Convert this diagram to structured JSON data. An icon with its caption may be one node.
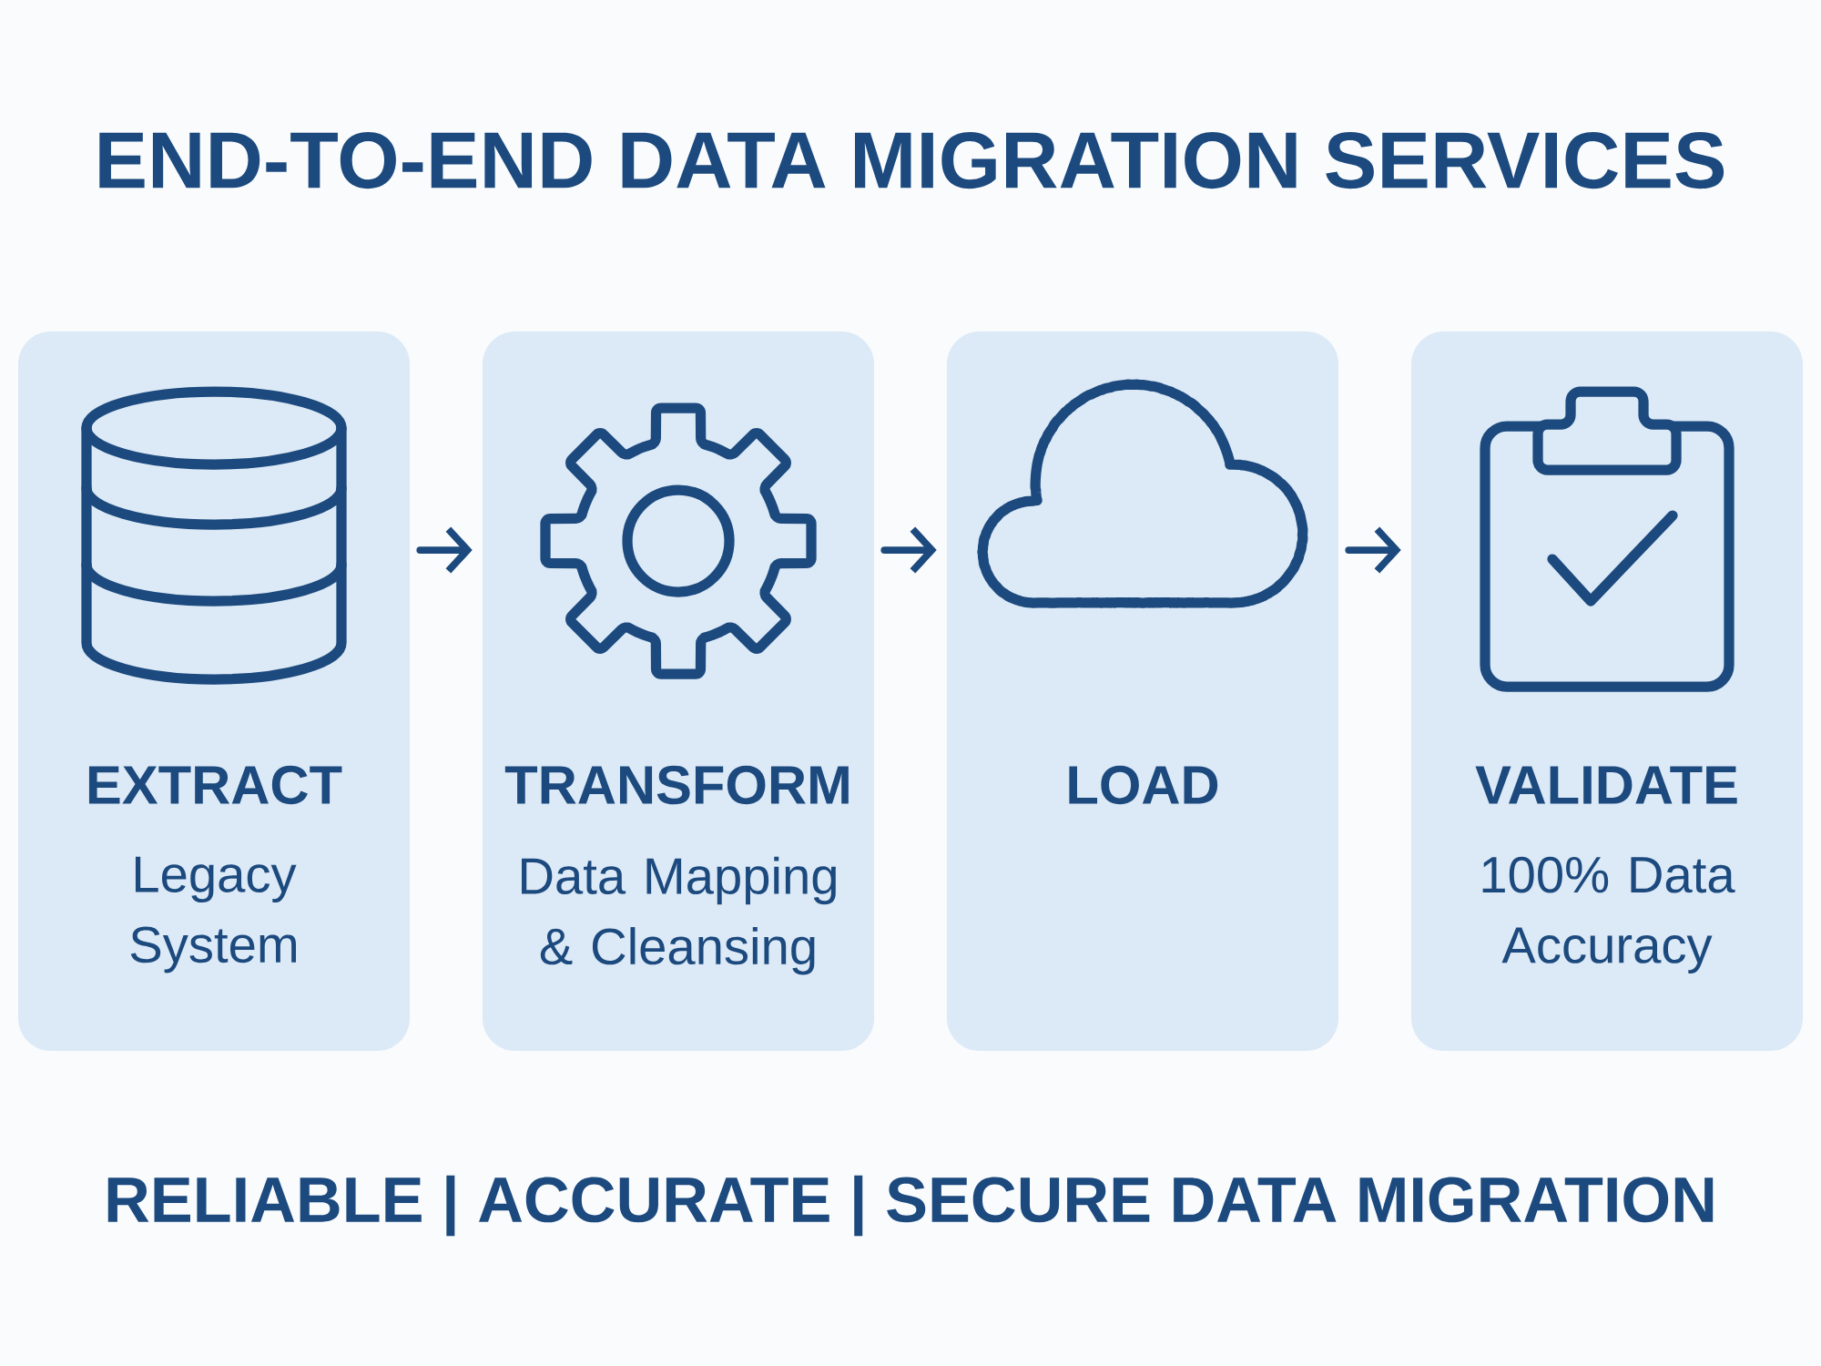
{
  "diagram": {
    "title": "END-TO-END DATA MIGRATION SERVICES",
    "nodes": [
      {
        "text": [
          "EXTRACT",
          "Legacy System"
        ]
      },
      {
        "text": [
          "TRANSFORM",
          "Data Mapping & Cleansing"
        ]
      },
      {
        "text": [
          "LOAD"
        ]
      },
      {
        "text": [
          "VALIDATE",
          "100% Data Accuracy"
        ]
      }
    ],
    "edges": [
      {
        "from": 0,
        "to": 1,
        "arrow": "to"
      },
      {
        "from": 1,
        "to": 2,
        "arrow": "to"
      },
      {
        "from": 2,
        "to": 3,
        "arrow": "to"
      }
    ],
    "labels": [
      "RELIABLE | ACCURATE | SECURE DATA MIGRATION"
    ]
  }
}
